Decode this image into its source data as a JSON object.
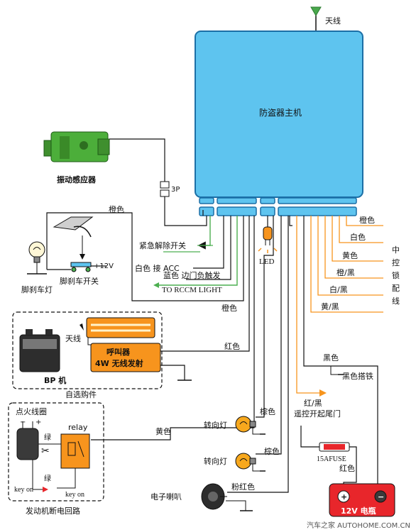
{
  "main_unit": {
    "label": "防盗器主机",
    "color": "#5ec4ef"
  },
  "antenna_top": "天线",
  "vibration_sensor": "振动感应器",
  "connector_3p": "3P",
  "left_wires": {
    "orange_top": "橙色",
    "emergency_release": "紧急解除开关",
    "white_acc": "白色 接 ACC",
    "blue_door": "蓝色 边门负触发",
    "to_rccm": "TO RCCM LIGHT",
    "orange_bottom": "橙色",
    "red": "红色",
    "yellow": "黄色"
  },
  "brake": {
    "lamp": "脚刹车灯",
    "switch": "脚刹车开关",
    "voltage": "+12V"
  },
  "pager": {
    "antenna": "天线",
    "line1": "呼叫器",
    "line2": "4W  无线发射",
    "bp": "BP 机",
    "optional": "自选购件",
    "box_color": "#f7941d"
  },
  "ignition": {
    "coil": "点火线圈",
    "relay": "relay",
    "green1": "绿",
    "green2": "绿",
    "key_on_left": "key on",
    "key_on_right": "key on",
    "title": "发动机断电回路"
  },
  "right_wires": {
    "orange": "橙色",
    "white": "白色",
    "yellow": "黄色",
    "orange_black": "橙/黑",
    "white_black": "白/黑",
    "yellow_black": "黄/黑",
    "central_lock": [
      "中",
      "控",
      "锁",
      "配",
      "线"
    ],
    "black": "黑色",
    "black_ground": "黑色搭铁",
    "red_black": "红/黑",
    "trunk": "遥控开起尾门",
    "fuse": "15AFUSE",
    "fuse_red": "红色",
    "battery": "12V 电瓶",
    "battery_plus": "+",
    "battery_minus": "−",
    "battery_color": "#e8262b"
  },
  "led": "LED",
  "turn_lamps": [
    {
      "label": "转向灯",
      "wire": "棕色"
    },
    {
      "label": "转向灯",
      "wire": "棕色"
    }
  ],
  "horn": {
    "label": "电子喇叭",
    "wire": "粉红色"
  },
  "watermark": "汽车之家  AUTOHOME.COM.CN"
}
